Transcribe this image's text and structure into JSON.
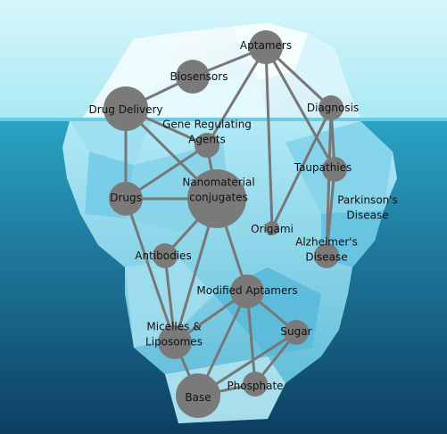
{
  "colors": {
    "sky_top": "#d7f6fb",
    "sky_bottom": "#a9e9f3",
    "water_top": "#2aa3c5",
    "water_bottom": "#0d3f62",
    "node_fill": "#7a7a7a",
    "edge": "#777777"
  },
  "nodes": [
    {
      "id": "aptamers",
      "label": "Aptamers",
      "size": "medium"
    },
    {
      "id": "biosensors",
      "label": "Biosensors",
      "size": "medium"
    },
    {
      "id": "drug_delivery",
      "label": "Drug Delivery",
      "size": "large"
    },
    {
      "id": "diagnosis",
      "label": "Diagnosis",
      "size": "small"
    },
    {
      "id": "gene_regulating_agents",
      "label": "Gene Regulating\nAgents",
      "size": "small"
    },
    {
      "id": "taupathies",
      "label": "Taupathies",
      "size": "small"
    },
    {
      "id": "drugs",
      "label": "Drugs",
      "size": "medium"
    },
    {
      "id": "nanomaterial_conjugates",
      "label": "Nanomaterial\nconjugates",
      "size": "xlarge"
    },
    {
      "id": "origami",
      "label": "Origami",
      "size": "tiny"
    },
    {
      "id": "parkinsons_disease",
      "label": "Parkinson's\nDisease",
      "size": "none"
    },
    {
      "id": "antibodies",
      "label": "Antibodies",
      "size": "small"
    },
    {
      "id": "alzheimers_disease",
      "label": "Alzheimer's\nDisease",
      "size": "small"
    },
    {
      "id": "modified_aptamers",
      "label": "Modified Aptamers",
      "size": "medium"
    },
    {
      "id": "sugar",
      "label": "Sugar",
      "size": "small"
    },
    {
      "id": "micelles_liposomes",
      "label": "Micelles &\nLiposomes",
      "size": "medium"
    },
    {
      "id": "phosphate",
      "label": "Phosphate",
      "size": "small"
    },
    {
      "id": "base",
      "label": "Base",
      "size": "large"
    }
  ],
  "edges": [
    [
      "aptamers",
      "biosensors"
    ],
    [
      "aptamers",
      "diagnosis"
    ],
    [
      "aptamers",
      "taupathies"
    ],
    [
      "aptamers",
      "origami"
    ],
    [
      "aptamers",
      "gene_regulating_agents"
    ],
    [
      "biosensors",
      "drug_delivery"
    ],
    [
      "drug_delivery",
      "drugs"
    ],
    [
      "drug_delivery",
      "nanomaterial_conjugates"
    ],
    [
      "drug_delivery",
      "gene_regulating_agents"
    ],
    [
      "gene_regulating_agents",
      "drugs"
    ],
    [
      "gene_regulating_agents",
      "nanomaterial_conjugates"
    ],
    [
      "diagnosis",
      "taupathies"
    ],
    [
      "diagnosis",
      "origami"
    ],
    [
      "diagnosis",
      "alzheimers_disease"
    ],
    [
      "taupathies",
      "alzheimers_disease"
    ],
    [
      "drugs",
      "nanomaterial_conjugates"
    ],
    [
      "drugs",
      "micelles_liposomes"
    ],
    [
      "nanomaterial_conjugates",
      "antibodies"
    ],
    [
      "nanomaterial_conjugates",
      "modified_aptamers"
    ],
    [
      "nanomaterial_conjugates",
      "micelles_liposomes"
    ],
    [
      "antibodies",
      "micelles_liposomes"
    ],
    [
      "modified_aptamers",
      "micelles_liposomes"
    ],
    [
      "modified_aptamers",
      "sugar"
    ],
    [
      "modified_aptamers",
      "phosphate"
    ],
    [
      "modified_aptamers",
      "base"
    ],
    [
      "sugar",
      "phosphate"
    ],
    [
      "sugar",
      "base"
    ],
    [
      "micelles_liposomes",
      "base"
    ],
    [
      "phosphate",
      "base"
    ]
  ]
}
